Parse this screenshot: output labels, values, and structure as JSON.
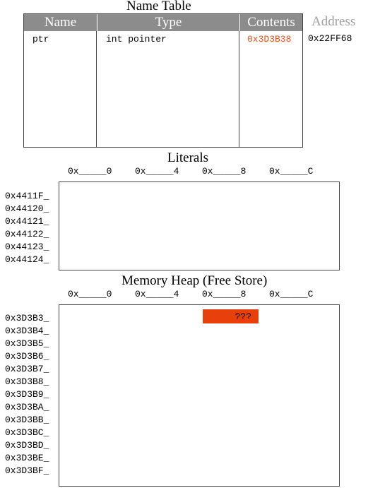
{
  "name_table": {
    "title": "Name Table",
    "headers": {
      "name": "Name",
      "type": "Type",
      "contents": "Contents",
      "address": "Address"
    },
    "rows": [
      {
        "name": "ptr",
        "type": "int pointer",
        "contents": "0x3D3B38",
        "address": "0x22FF68"
      }
    ],
    "contents_color": "#e8501a"
  },
  "literals": {
    "title": "Literals",
    "columns": [
      "0x_____0",
      "0x_____4",
      "0x_____8",
      "0x_____C"
    ],
    "rows": [
      "0x4411F_",
      "0x44120_",
      "0x44121_",
      "0x44122_",
      "0x44123_",
      "0x44124_"
    ]
  },
  "heap": {
    "title": "Memory Heap (Free Store)",
    "columns": [
      "0x_____0",
      "0x_____4",
      "0x_____8",
      "0x_____C"
    ],
    "rows": [
      "0x3D3B3_",
      "0x3D3B4_",
      "0x3D3B5_",
      "0x3D3B6_",
      "0x3D3B7_",
      "0x3D3B8_",
      "0x3D3B9_",
      "0x3D3BA_",
      "0x3D3BB_",
      "0x3D3BC_",
      "0x3D3BD_",
      "0x3D3BE_",
      "0x3D3BF_"
    ],
    "cell": {
      "value": "???",
      "color": "#e8400a"
    }
  }
}
